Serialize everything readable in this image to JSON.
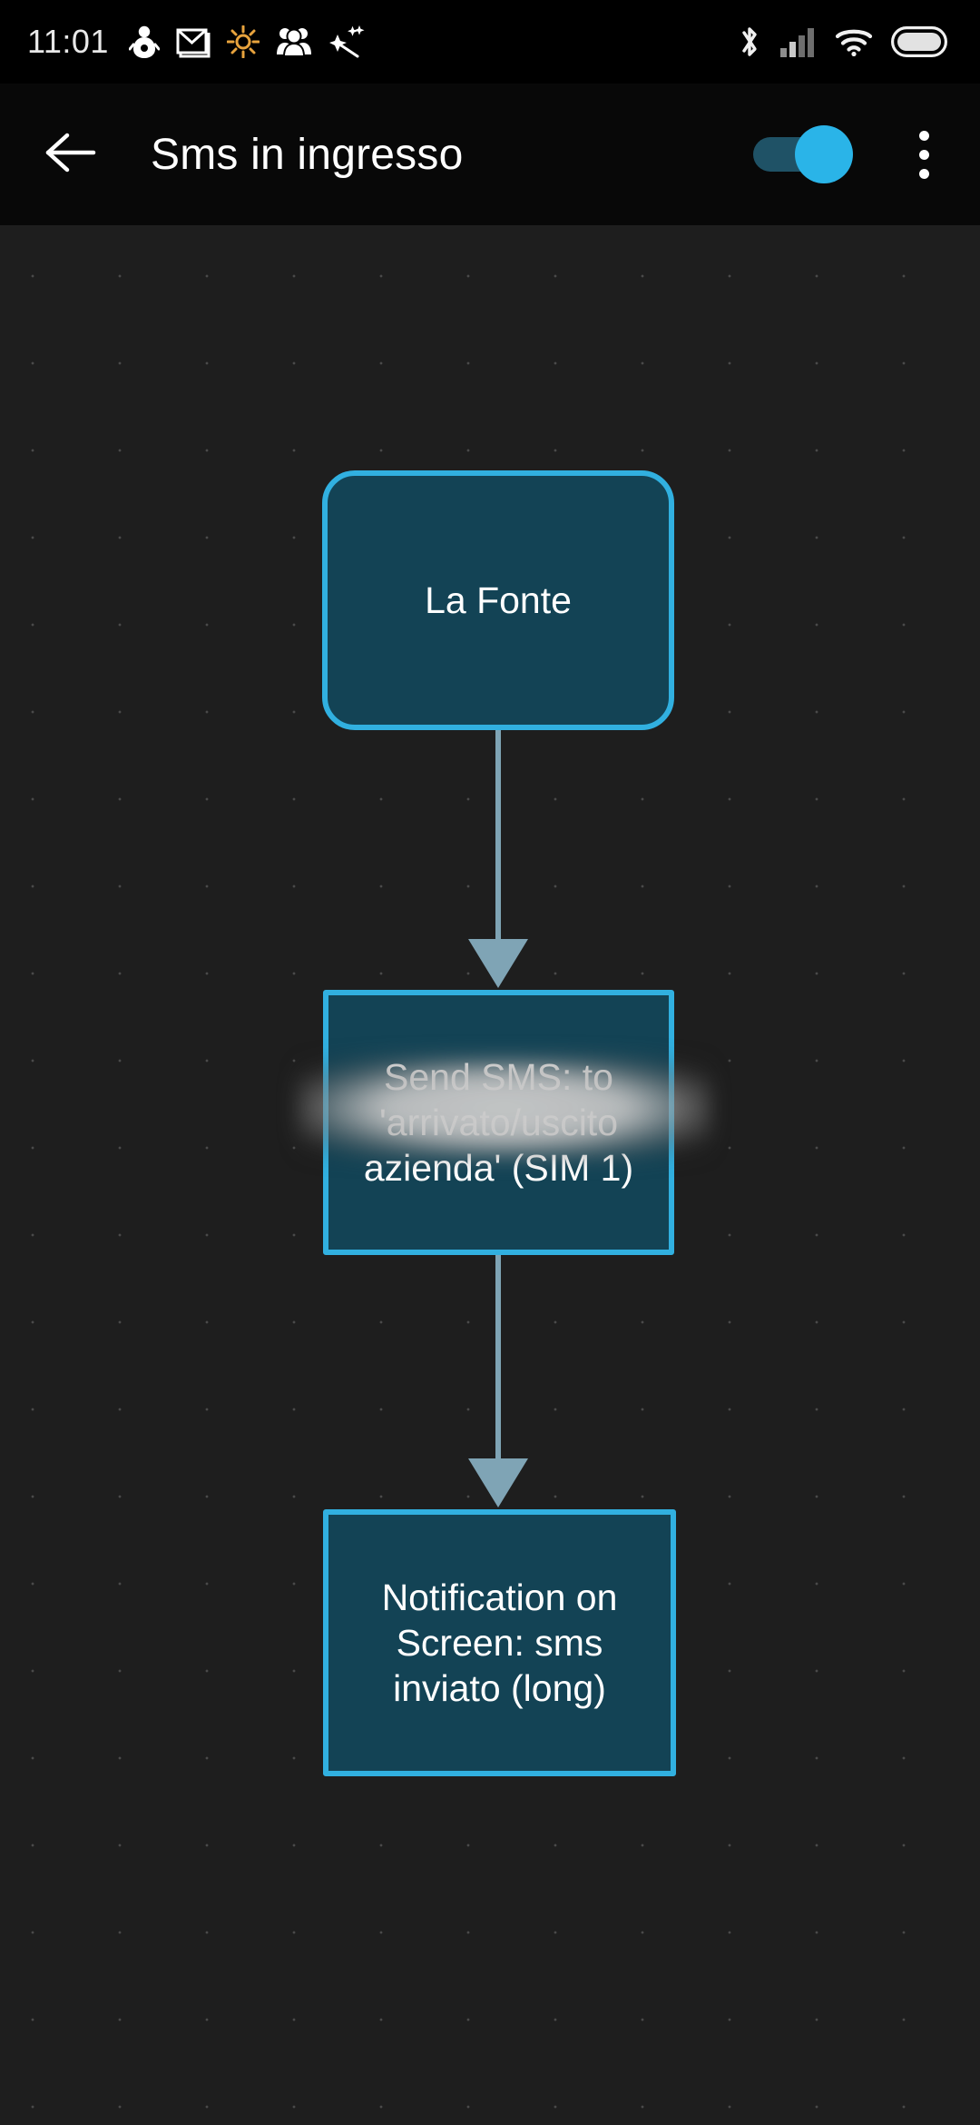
{
  "status_bar": {
    "clock": "11:01",
    "left_icons": [
      {
        "name": "snowman-icon",
        "label": "person"
      },
      {
        "name": "gmail-icon",
        "label": "Gmail"
      },
      {
        "name": "brightness-icon",
        "label": "brightness"
      },
      {
        "name": "people-icon",
        "label": "contacts"
      },
      {
        "name": "magic-wand-icon",
        "label": "magic wand"
      }
    ],
    "right_icons": [
      {
        "name": "bluetooth-icon",
        "label": "Bluetooth"
      },
      {
        "name": "signal-bars-icon",
        "label": "Mobile signal"
      },
      {
        "name": "wifi-icon",
        "label": "Wi-Fi"
      },
      {
        "name": "battery-icon",
        "label": "Battery"
      }
    ]
  },
  "app_bar": {
    "title": "Sms in ingresso",
    "back_icon": "arrow-left-icon",
    "toggle": {
      "name": "enable-toggle",
      "state": "on"
    },
    "overflow_icon": "more-vertical-icon"
  },
  "flow": {
    "nodes": [
      {
        "id": "source",
        "label": "La Fonte",
        "shape": "rounded-rect",
        "redacted": false
      },
      {
        "id": "send-sms",
        "label": "Send SMS: to                       'arrivato/uscito azienda' (SIM 1)",
        "label_visible_prefix": "Send SMS: to",
        "label_visible_suffix": "'arrivato/uscito azienda' (SIM 1)",
        "shape": "rect",
        "redacted": true,
        "redaction_note": "phone number blurred"
      },
      {
        "id": "notification",
        "label": "Notification on Screen: sms inviato (long)",
        "shape": "rect",
        "redacted": false
      }
    ],
    "connectors": [
      {
        "from": "source",
        "to": "send-sms",
        "arrow": "down"
      },
      {
        "from": "send-sms",
        "to": "notification",
        "arrow": "down"
      }
    ]
  },
  "colors": {
    "background": "#1e1e1e",
    "app_bar": "#080808",
    "status_bar": "#000000",
    "node_fill": "#134355",
    "node_border": "#31b0e0",
    "accent": "#2ab4e8",
    "connector": "#7fa4b5",
    "text": "#ffffff",
    "grid_dot": "#4a4a4a"
  }
}
